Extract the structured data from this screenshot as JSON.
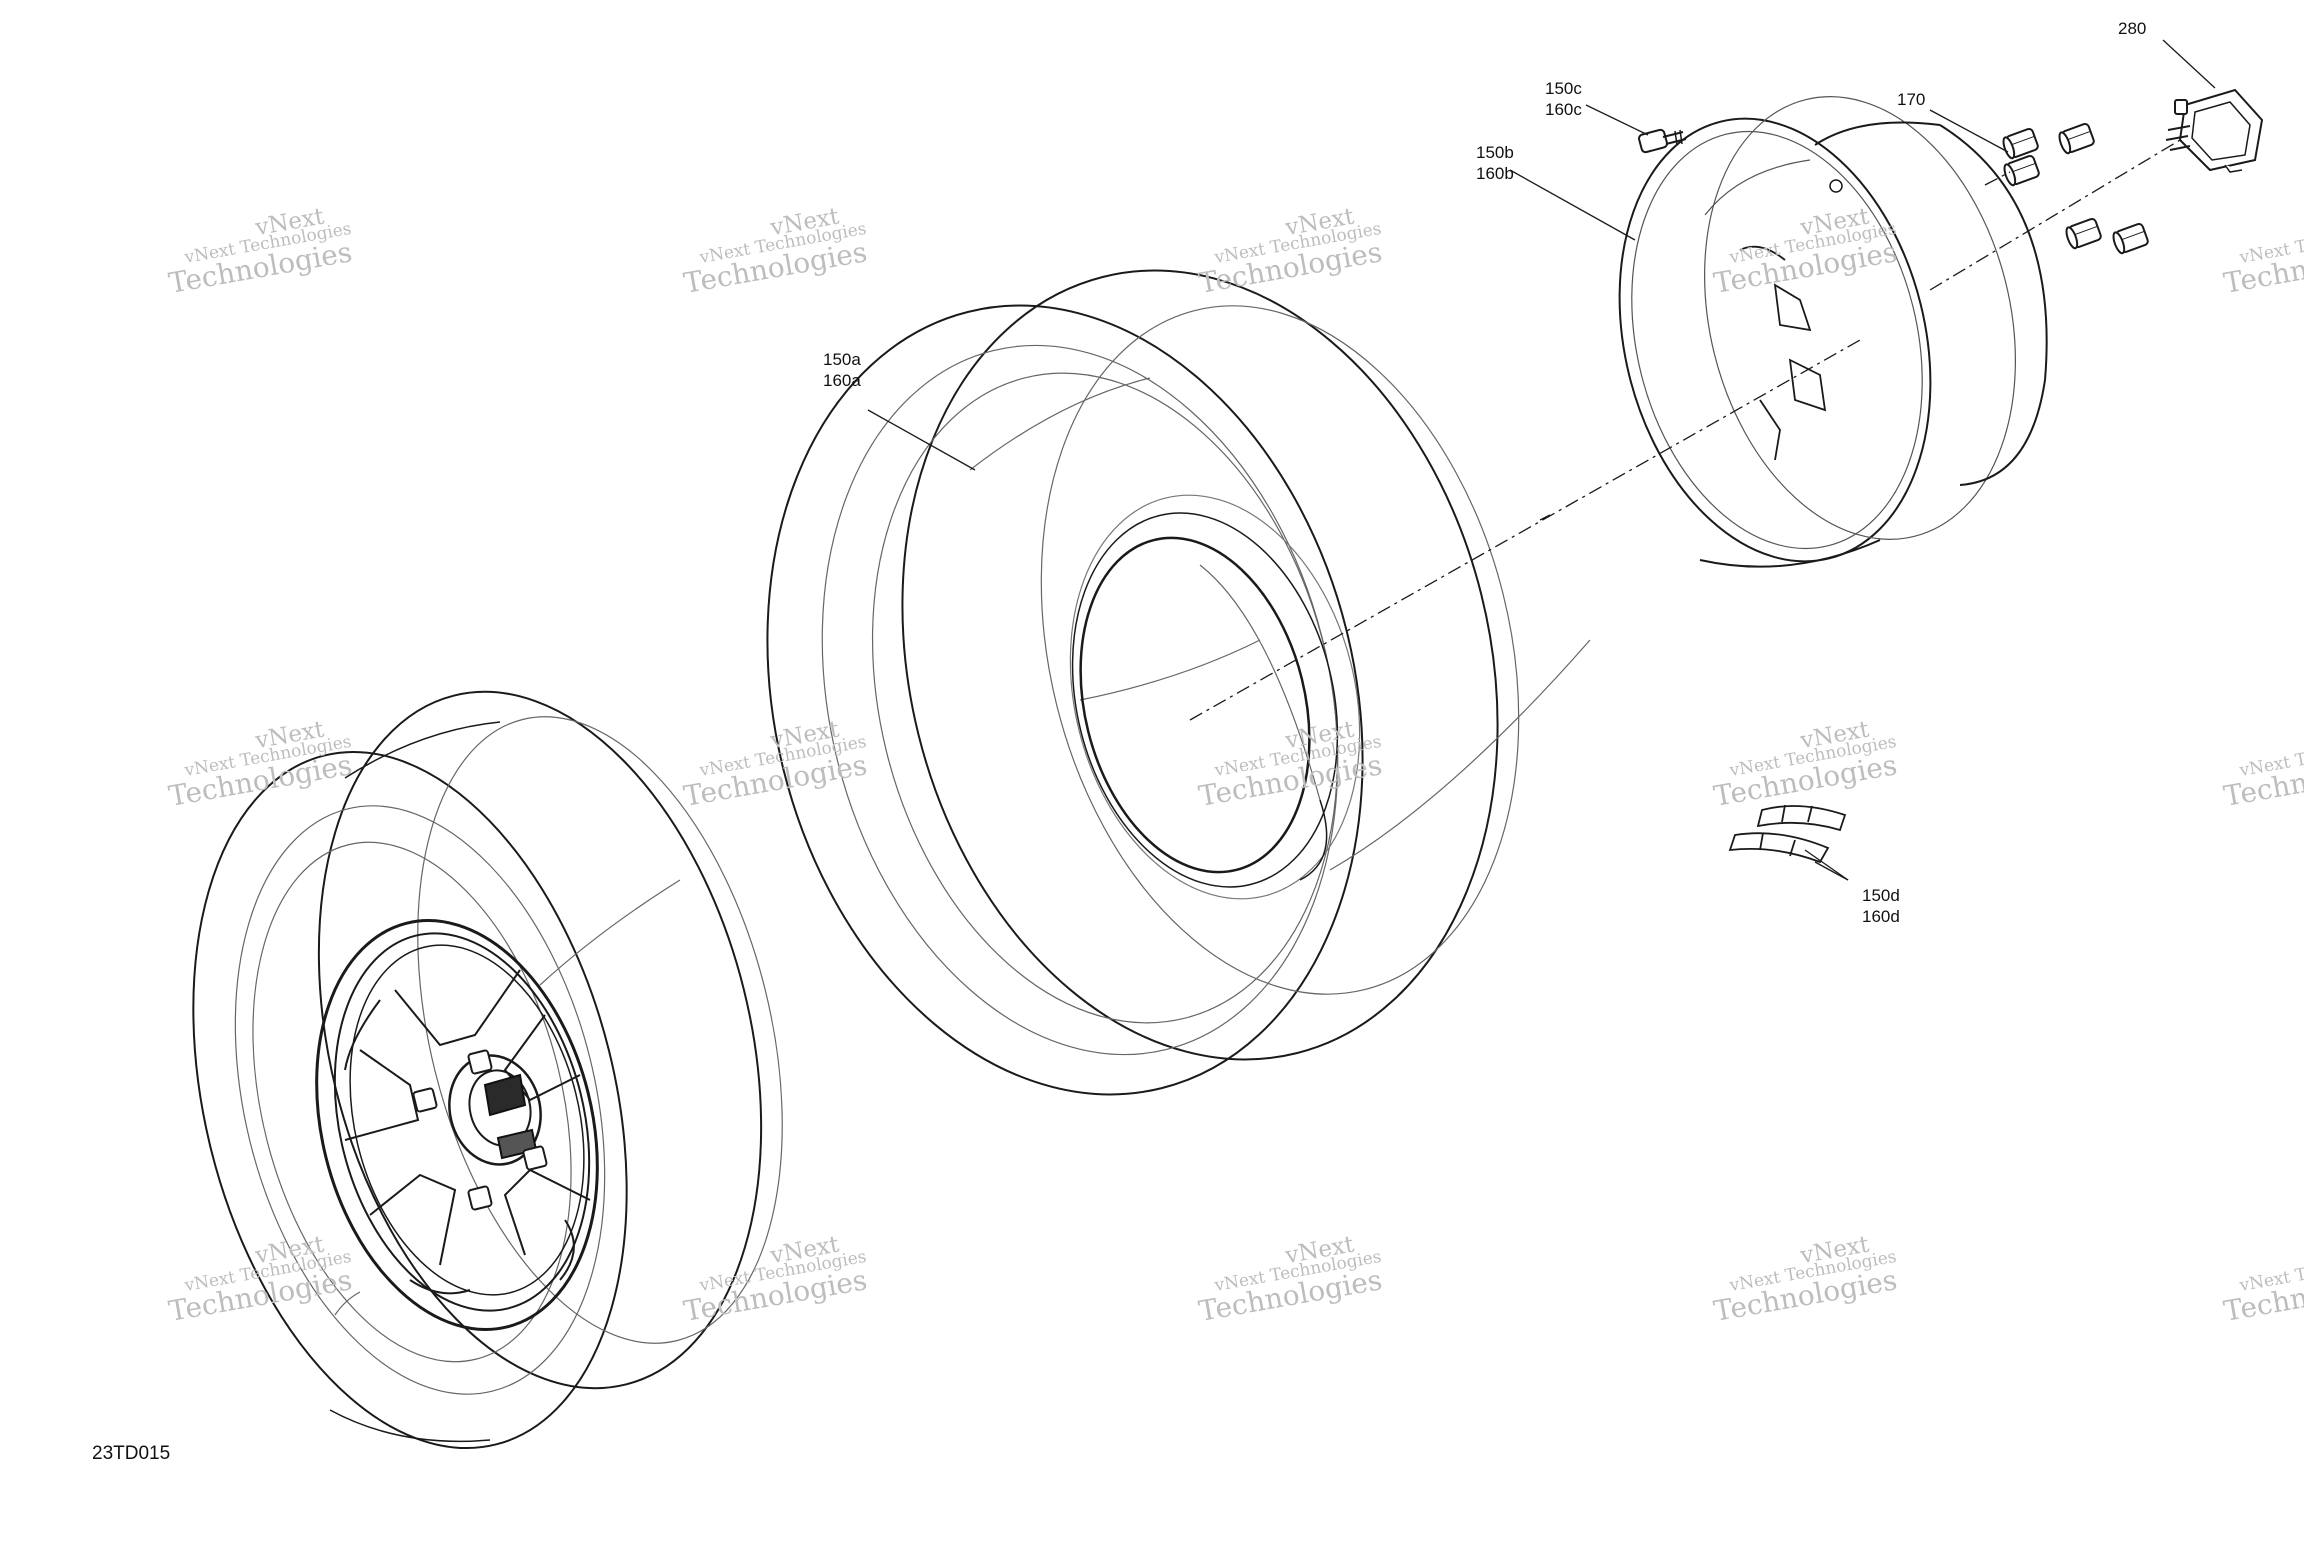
{
  "diagram": {
    "drawing_id": "23TD015",
    "callouts": [
      {
        "id": "280",
        "lines": [
          "280"
        ]
      },
      {
        "id": "170",
        "lines": [
          "170"
        ]
      },
      {
        "id": "150c-160c",
        "lines": [
          "150c",
          "160c"
        ]
      },
      {
        "id": "150b-160b",
        "lines": [
          "150b",
          "160b"
        ]
      },
      {
        "id": "150a-160a",
        "lines": [
          "150a",
          "160a"
        ]
      },
      {
        "id": "150d-160d",
        "lines": [
          "150d",
          "160d"
        ]
      }
    ]
  },
  "watermark": {
    "line1": "vNext",
    "line2": "vNext Technologies",
    "line3": "Technologies"
  },
  "colors": {
    "line": "#1a1a1a",
    "thin": "#777777",
    "watermark": "#bdbdbd"
  }
}
